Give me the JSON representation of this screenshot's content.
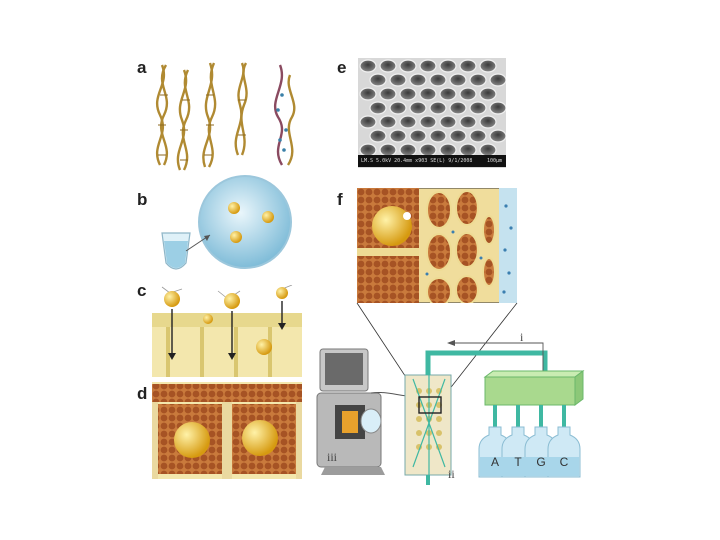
{
  "panel_labels": {
    "a": "a",
    "b": "b",
    "c": "c",
    "d": "d",
    "e": "e",
    "f": "f"
  },
  "roman_labels": {
    "i": "i",
    "ii": "ii",
    "iii": "iii"
  },
  "sem_caption": "LM.S 5.0kV 20.4mm x903 SE(L) 9/1/2008",
  "sem_scale": "100µm",
  "bottle_labels": [
    "A",
    "T",
    "G",
    "C"
  ],
  "colors": {
    "dna_gold": "#c9a347",
    "bead_gold": "#e8b320",
    "liquid_blue": "#9fd0e8",
    "plate_yellow": "#f2e6a6",
    "bead_brown": "#a8592a",
    "tube_teal": "#3fb8a2",
    "reagent_box": "#a9d98e"
  }
}
